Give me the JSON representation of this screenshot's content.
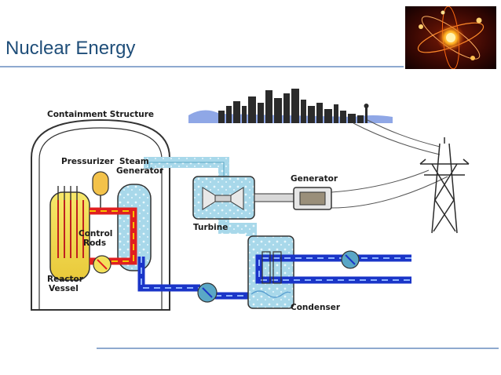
{
  "slide": {
    "title": "Nuclear Energy"
  },
  "diagram": {
    "labels": {
      "containment": "Containment Structure",
      "pressurizer": "Pressurizer",
      "steam_generator_1": "Steam",
      "steam_generator_2": "Generator",
      "generator": "Generator",
      "turbine": "Turbine",
      "control_rods_1": "Control",
      "control_rods_2": "Rods",
      "reactor_vessel_1": "Reactor",
      "reactor_vessel_2": "Vessel",
      "condenser": "Condenser"
    }
  },
  "colors": {
    "title": "#1f4e79",
    "rule": "#8ea9cf",
    "hot_loop": "#e02020",
    "cold_loop": "#1a35c8",
    "steam": "#a8d8ea",
    "reactor_core": "#f3e15a",
    "city": "#2b2b2b"
  },
  "icons": {
    "atom_image": "atom-icon",
    "transmission_tower": "transmission-tower-icon",
    "city_skyline": "city-skyline-icon"
  }
}
